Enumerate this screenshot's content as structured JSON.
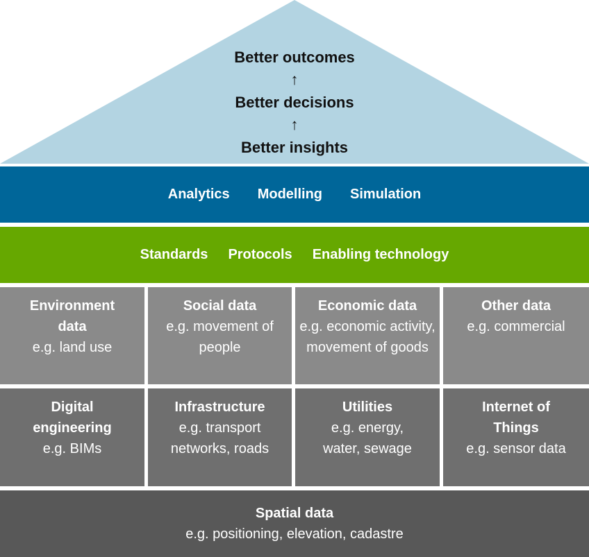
{
  "roof": {
    "line1": "Better outcomes",
    "arrow1": "↑",
    "line2": "Better decisions",
    "arrow2": "↑",
    "line3": "Better insights"
  },
  "band_upper": {
    "items": [
      "Analytics",
      "Modelling",
      "Simulation"
    ]
  },
  "band_lower": {
    "items": [
      "Standards",
      "Protocols",
      "Enabling technology"
    ]
  },
  "row1": [
    {
      "title": "Environment data",
      "sub": "e.g. land use"
    },
    {
      "title": "Social data",
      "sub": "e.g. movement of people"
    },
    {
      "title": "Economic data",
      "sub": "e.g. economic activity, movement of goods"
    },
    {
      "title": "Other data",
      "sub": "e.g. commercial"
    }
  ],
  "row2": [
    {
      "title": "Digital engineering",
      "sub": "e.g. BIMs"
    },
    {
      "title": "Infrastructure",
      "sub": "e.g. transport networks, roads"
    },
    {
      "title": "Utilities",
      "sub": "e.g. energy, water, sewage"
    },
    {
      "title": "Internet of Things",
      "sub": "e.g. sensor data"
    }
  ],
  "foundation": {
    "title": "Spatial data",
    "sub": "e.g. positioning, elevation, cadastre"
  },
  "colors": {
    "roof": "#b3d4e2",
    "band_upper": "#006699",
    "band_lower": "#66a800",
    "row1": "#8a8a8a",
    "row2": "#6f6f6f",
    "foundation": "#585858"
  }
}
